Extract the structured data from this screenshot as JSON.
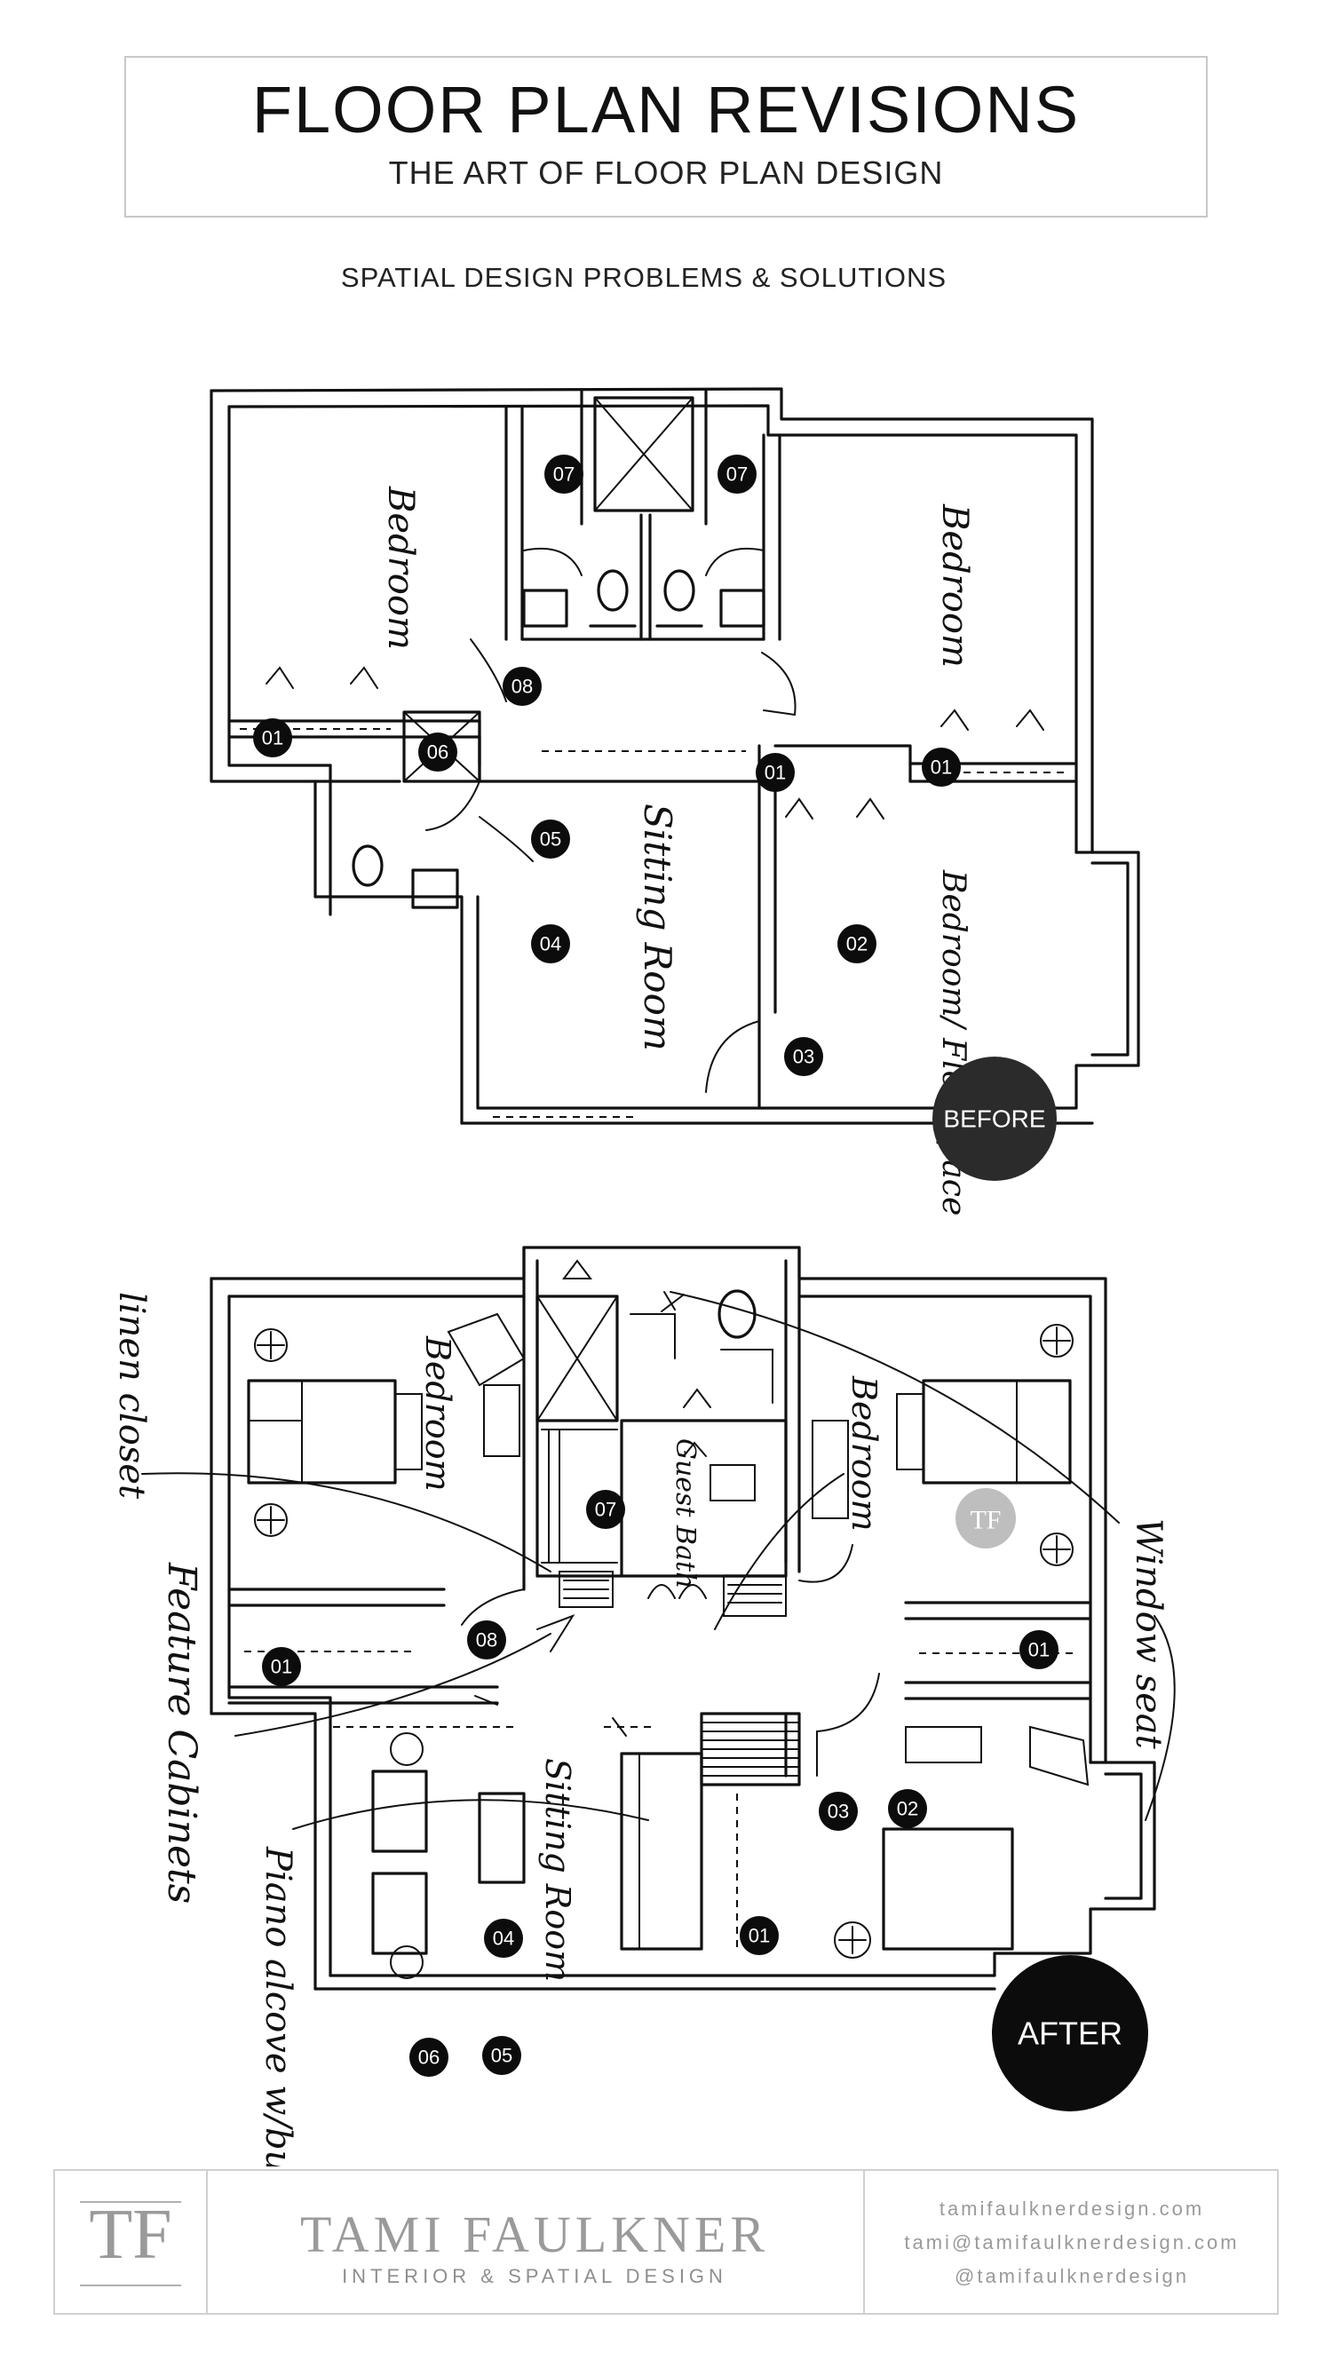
{
  "header": {
    "title": "FLOOR PLAN REVISIONS",
    "subtitle": "THE ART OF FLOOR PLAN DESIGN",
    "section_heading": "SPATIAL DESIGN PROBLEMS & SOLUTIONS"
  },
  "before_plan": {
    "badge_label": "BEFORE",
    "room_labels": {
      "bedroom_left": "Bedroom",
      "bedroom_right": "Bedroom",
      "sitting_room": "Sitting Room",
      "bedroom_flex": "Bedroom/ Flex Space"
    },
    "markers": [
      "07",
      "07",
      "08",
      "01",
      "06",
      "01",
      "01",
      "05",
      "04",
      "02",
      "03"
    ]
  },
  "after_plan": {
    "badge_label": "AFTER",
    "room_labels": {
      "bedroom_left": "Bedroom",
      "bedroom_right": "Bedroom",
      "guest_bath": "Guest Bath",
      "sitting_room": "Sitting Room"
    },
    "annotations": {
      "linen_closet": "linen closet",
      "feature_cabinets": "Feature Cabinets",
      "piano_alcove": "Piano alcove w/built-ins",
      "window_seat": "Window seat"
    },
    "markers": [
      "07",
      "08",
      "01",
      "01",
      "03",
      "02",
      "04",
      "01",
      "06",
      "05"
    ],
    "watermark": "TF"
  },
  "footer": {
    "logo": "TF",
    "brand_name": "TAMI FAULKNER",
    "brand_tagline": "INTERIOR & SPATIAL DESIGN",
    "website": "tamifaulknerdesign.com",
    "email": "tami@tamifaulknerdesign.com",
    "social": "@tamifaulknerdesign"
  },
  "colors": {
    "ink": "#111111",
    "badge": "#0c0c0c",
    "before_badge": "#2b2b2b",
    "footer_gray": "#9a9a9a"
  }
}
